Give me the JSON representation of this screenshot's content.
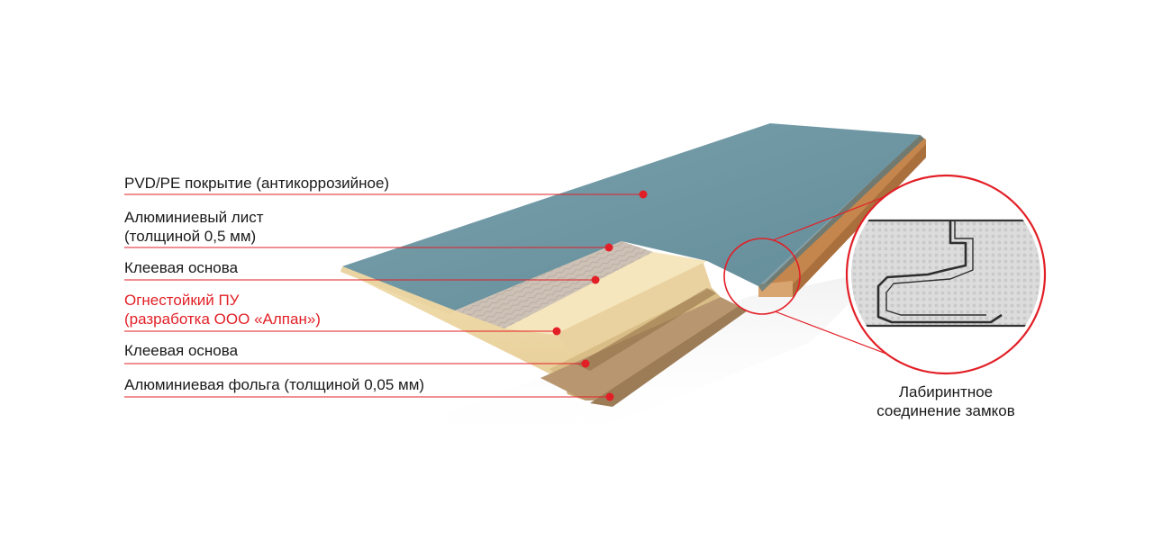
{
  "colors": {
    "accent": "#e21f26",
    "leader_line": "#e21f26",
    "marker": "#e21f26",
    "coating": "#6e97a3",
    "foam": "#efd9a6",
    "mineral_wool": "#cbbfb4",
    "foil": "#c9ad84",
    "lock_edge": "#b8773f"
  },
  "layers": [
    {
      "lines": [
        "PVD/PE покрытие (антикоррозийное)"
      ],
      "highlight": false
    },
    {
      "lines": [
        "Алюминиевый лист",
        "(толщиной 0,5 мм)"
      ],
      "highlight": false
    },
    {
      "lines": [
        "Клеевая основа"
      ],
      "highlight": false
    },
    {
      "lines": [
        "Огнестойкий ПУ",
        "(разработка ООО «Алпан»)"
      ],
      "highlight": true
    },
    {
      "lines": [
        "Клеевая основа"
      ],
      "highlight": false
    },
    {
      "lines": [
        "Алюминиевая фольга (толщиной 0,05 мм)"
      ],
      "highlight": false
    }
  ],
  "detail": {
    "caption_lines": [
      "Лабиринтное",
      "соединение замков"
    ],
    "icon": "lock-joint-zoom-icon"
  }
}
